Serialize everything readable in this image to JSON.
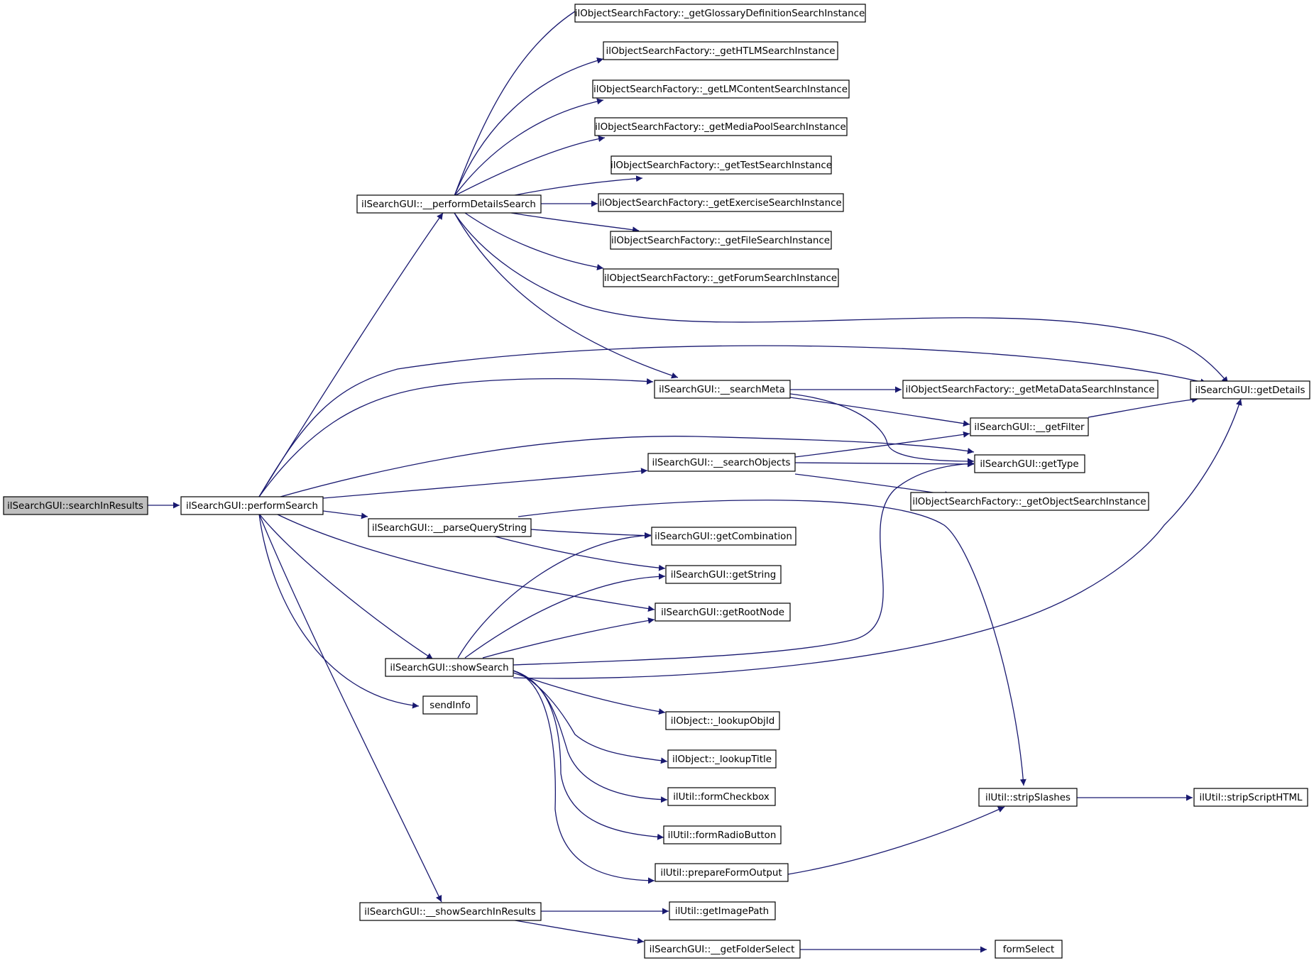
{
  "colors": {
    "edge": "#191970",
    "node_border": "#000000",
    "root_fill": "#bfbfbf",
    "node_fill": "#ffffff"
  },
  "nodes": {
    "searchInResults": "ilSearchGUI::searchInResults",
    "performSearch": "ilSearchGUI::performSearch",
    "performDetailsSearch": "ilSearchGUI::__performDetailsSearch",
    "getGlossary": "ilObjectSearchFactory::_getGlossaryDefinitionSearchInstance",
    "getHTLM": "ilObjectSearchFactory::_getHTLMSearchInstance",
    "getLMContent": "ilObjectSearchFactory::_getLMContentSearchInstance",
    "getMediaPool": "ilObjectSearchFactory::_getMediaPoolSearchInstance",
    "getTest": "ilObjectSearchFactory::_getTestSearchInstance",
    "getExercise": "ilObjectSearchFactory::_getExerciseSearchInstance",
    "getFile": "ilObjectSearchFactory::_getFileSearchInstance",
    "getForum": "ilObjectSearchFactory::_getForumSearchInstance",
    "searchMeta": "ilSearchGUI::__searchMeta",
    "getMetaData": "ilObjectSearchFactory::_getMetaDataSearchInstance",
    "getDetails": "ilSearchGUI::getDetails",
    "getFilter": "ilSearchGUI::__getFilter",
    "getType": "ilSearchGUI::getType",
    "searchObjects": "ilSearchGUI::__searchObjects",
    "getObjectSearch": "ilObjectSearchFactory::_getObjectSearchInstance",
    "parseQueryString": "ilSearchGUI::__parseQueryString",
    "getCombination": "ilSearchGUI::getCombination",
    "getString": "ilSearchGUI::getString",
    "getRootNode": "ilSearchGUI::getRootNode",
    "showSearch": "ilSearchGUI::showSearch",
    "sendInfo": "sendInfo",
    "lookupObjId": "ilObject::_lookupObjId",
    "lookupTitle": "ilObject::_lookupTitle",
    "formCheckbox": "ilUtil::formCheckbox",
    "formRadioButton": "ilUtil::formRadioButton",
    "prepareFormOutput": "ilUtil::prepareFormOutput",
    "stripSlashes": "ilUtil::stripSlashes",
    "stripScriptHTML": "ilUtil::stripScriptHTML",
    "showSearchInResults": "ilSearchGUI::__showSearchInResults",
    "getImagePath": "ilUtil::getImagePath",
    "getFolderSelect": "ilSearchGUI::__getFolderSelect",
    "formSelect": "formSelect"
  },
  "edges": [
    [
      "searchInResults",
      "performSearch"
    ],
    [
      "performSearch",
      "performDetailsSearch"
    ],
    [
      "performSearch",
      "getDetails"
    ],
    [
      "performSearch",
      "searchMeta"
    ],
    [
      "performSearch",
      "getType"
    ],
    [
      "performSearch",
      "searchObjects"
    ],
    [
      "performSearch",
      "parseQueryString"
    ],
    [
      "performSearch",
      "getRootNode"
    ],
    [
      "performSearch",
      "showSearch"
    ],
    [
      "performSearch",
      "sendInfo"
    ],
    [
      "performSearch",
      "showSearchInResults"
    ],
    [
      "performDetailsSearch",
      "getGlossary"
    ],
    [
      "performDetailsSearch",
      "getHTLM"
    ],
    [
      "performDetailsSearch",
      "getLMContent"
    ],
    [
      "performDetailsSearch",
      "getMediaPool"
    ],
    [
      "performDetailsSearch",
      "getTest"
    ],
    [
      "performDetailsSearch",
      "getExercise"
    ],
    [
      "performDetailsSearch",
      "getFile"
    ],
    [
      "performDetailsSearch",
      "getForum"
    ],
    [
      "performDetailsSearch",
      "searchMeta"
    ],
    [
      "performDetailsSearch",
      "getDetails"
    ],
    [
      "searchMeta",
      "getMetaData"
    ],
    [
      "searchMeta",
      "getFilter"
    ],
    [
      "searchMeta",
      "getType"
    ],
    [
      "getFilter",
      "getDetails"
    ],
    [
      "searchObjects",
      "getFilter"
    ],
    [
      "searchObjects",
      "getType"
    ],
    [
      "searchObjects",
      "getObjectSearch"
    ],
    [
      "parseQueryString",
      "getCombination"
    ],
    [
      "parseQueryString",
      "getString"
    ],
    [
      "parseQueryString",
      "stripSlashes"
    ],
    [
      "showSearch",
      "getCombination"
    ],
    [
      "showSearch",
      "getString"
    ],
    [
      "showSearch",
      "getRootNode"
    ],
    [
      "showSearch",
      "getType"
    ],
    [
      "showSearch",
      "getDetails"
    ],
    [
      "showSearch",
      "lookupObjId"
    ],
    [
      "showSearch",
      "lookupTitle"
    ],
    [
      "showSearch",
      "formCheckbox"
    ],
    [
      "showSearch",
      "formRadioButton"
    ],
    [
      "showSearch",
      "prepareFormOutput"
    ],
    [
      "prepareFormOutput",
      "stripSlashes"
    ],
    [
      "stripSlashes",
      "stripScriptHTML"
    ],
    [
      "showSearchInResults",
      "getImagePath"
    ],
    [
      "showSearchInResults",
      "getFolderSelect"
    ],
    [
      "getFolderSelect",
      "formSelect"
    ]
  ]
}
